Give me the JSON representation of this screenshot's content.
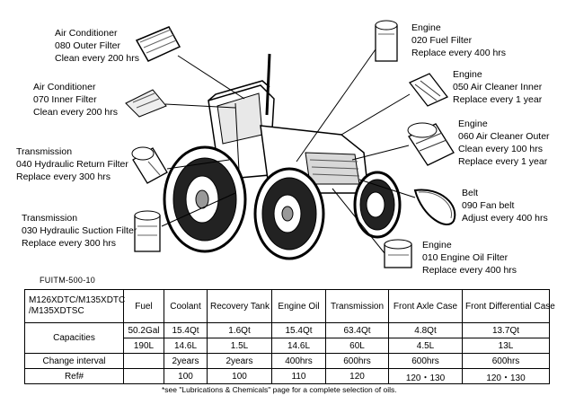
{
  "callouts": {
    "air_outer": [
      "Air Conditioner",
      "080 Outer Filter",
      "Clean every 200 hrs"
    ],
    "air_inner": [
      "Air Conditioner",
      "070 Inner Filter",
      "Clean every 200 hrs"
    ],
    "trans_return": [
      "Transmission",
      "040 Hydraulic Return Filter",
      "Replace every 300 hrs"
    ],
    "trans_suction": [
      "Transmission",
      "030 Hydraulic Suction Filter",
      "Replace every 300 hrs"
    ],
    "eng_fuel": [
      "Engine",
      "020 Fuel Filter",
      "Replace every 400 hrs"
    ],
    "eng_air_inner": [
      "Engine",
      "050 Air Cleaner Inner",
      "Replace every 1 year"
    ],
    "eng_air_outer": [
      "Engine",
      "060 Air Cleaner Outer",
      "Clean every 100 hrs",
      "Replace every 1 year"
    ],
    "belt": [
      "Belt",
      "090 Fan belt",
      "Adjust every 400 hrs"
    ],
    "eng_oil": [
      "Engine",
      "010 Engine Oil Filter",
      "Replace every 400 hrs"
    ]
  },
  "figure_id": "FUITM-500-10",
  "table": {
    "model": [
      "M126XDTC/M135XDTC",
      "/M135XDTSC"
    ],
    "headers": [
      "Fuel",
      "Coolant",
      "Recovery Tank",
      "Engine Oil",
      "Transmission",
      "Front Axle Case",
      "Front Differential Case"
    ],
    "capacities_label": "Capacities",
    "capacities_row1": [
      "50.2Gal",
      "15.4Qt",
      "1.6Qt",
      "15.4Qt",
      "63.4Qt",
      "4.8Qt",
      "13.7Qt"
    ],
    "capacities_row2": [
      "190L",
      "14.6L",
      "1.5L",
      "14.6L",
      "60L",
      "4.5L",
      "13L"
    ],
    "change_label": "Change interval",
    "change_row": [
      "",
      "2years",
      "2years",
      "400hrs",
      "600hrs",
      "600hrs",
      "600hrs"
    ],
    "ref_label": "Ref#",
    "ref_row": [
      "100",
      "100",
      "110",
      "120",
      "120・130",
      "120・130"
    ]
  },
  "footnote": "*see \"Lubrications & Chemicals\" page for a complete selection of oils."
}
